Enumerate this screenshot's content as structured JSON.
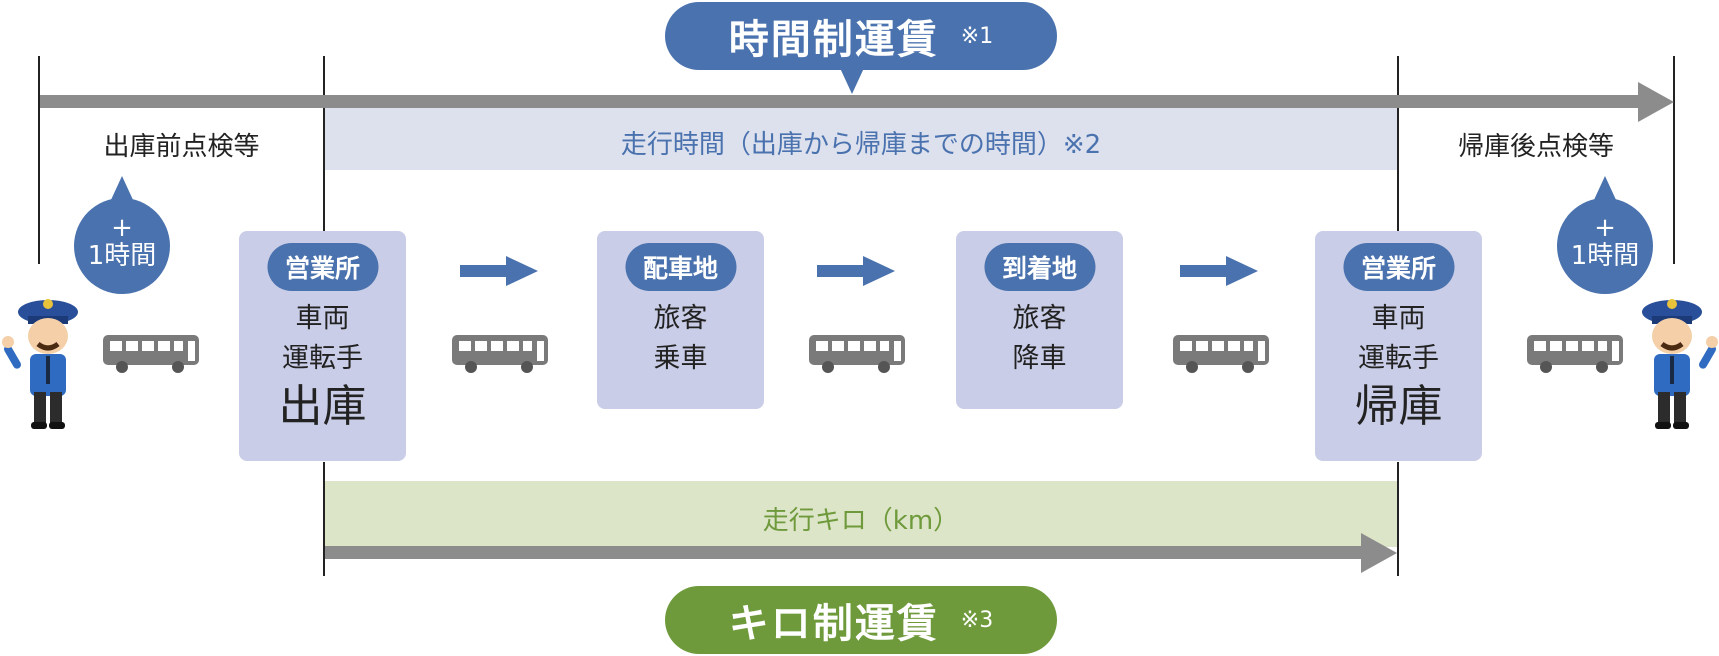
{
  "top_pill": {
    "title": "時間制運賃",
    "note": "※1",
    "color": "#4a72ae"
  },
  "bottom_pill": {
    "title": "キロ制運賃",
    "note": "※3",
    "color": "#6f9a3c"
  },
  "top_band": {
    "label": "走行時間（出庫から帰庫までの時間）※2"
  },
  "bottom_band": {
    "label": "走行キロ（km）"
  },
  "pre_label": "出庫前点検等",
  "post_label": "帰庫後点検等",
  "bubbles": [
    {
      "plus": "+",
      "text": "1時間"
    },
    {
      "plus": "+",
      "text": "1時間"
    }
  ],
  "cards": [
    {
      "tag": "営業所",
      "line1": "車両",
      "line2": "運転手",
      "big": "出庫"
    },
    {
      "tag": "配車地",
      "line1": "旅客",
      "line2": "乗車",
      "big": ""
    },
    {
      "tag": "到着地",
      "line1": "旅客",
      "line2": "降車",
      "big": ""
    },
    {
      "tag": "営業所",
      "line1": "車両",
      "line2": "運転手",
      "big": "帰庫"
    }
  ],
  "icons": {
    "bus": "bus-icon",
    "driver": "driver-icon",
    "arrow": "arrow-right-icon"
  },
  "colors": {
    "blue": "#4a72ae",
    "green": "#6f9a3c",
    "bar_gray": "#8c8c8c",
    "card": "#c9cde7",
    "band_blue": "#dde1ee",
    "band_green": "#dde5c9"
  }
}
